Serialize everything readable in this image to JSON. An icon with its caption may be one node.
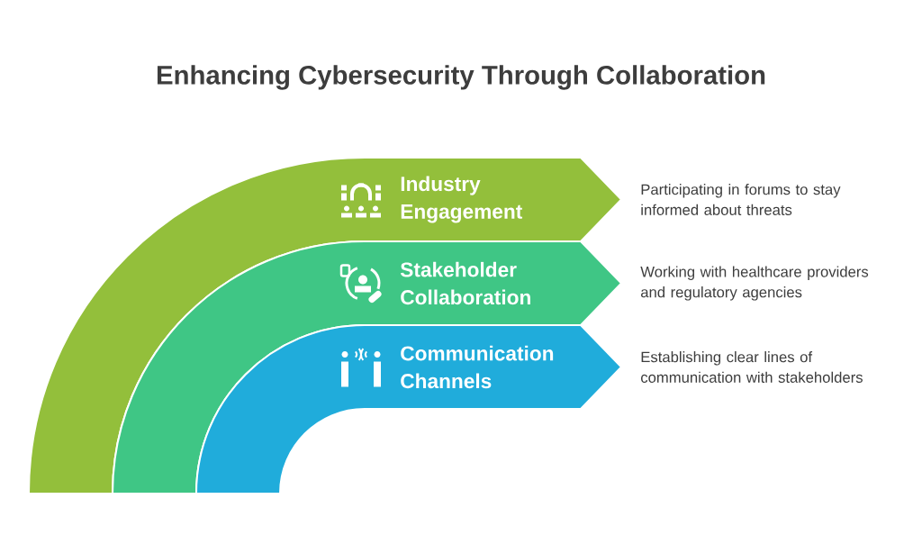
{
  "diagram": {
    "title": "Enhancing Cybersecurity Through Collaboration",
    "nodes": [
      {
        "text": [
          "Industry Engagement"
        ],
        "beside": [
          "Participating in forums to stay informed about threats"
        ]
      },
      {
        "text": [
          "Stakeholder Collaboration"
        ],
        "beside": [
          "Working with healthcare providers and regulatory agencies"
        ]
      },
      {
        "text": [
          "Communication Channels"
        ],
        "beside": [
          "Establishing clear lines of communication with stakeholders"
        ]
      }
    ]
  }
}
